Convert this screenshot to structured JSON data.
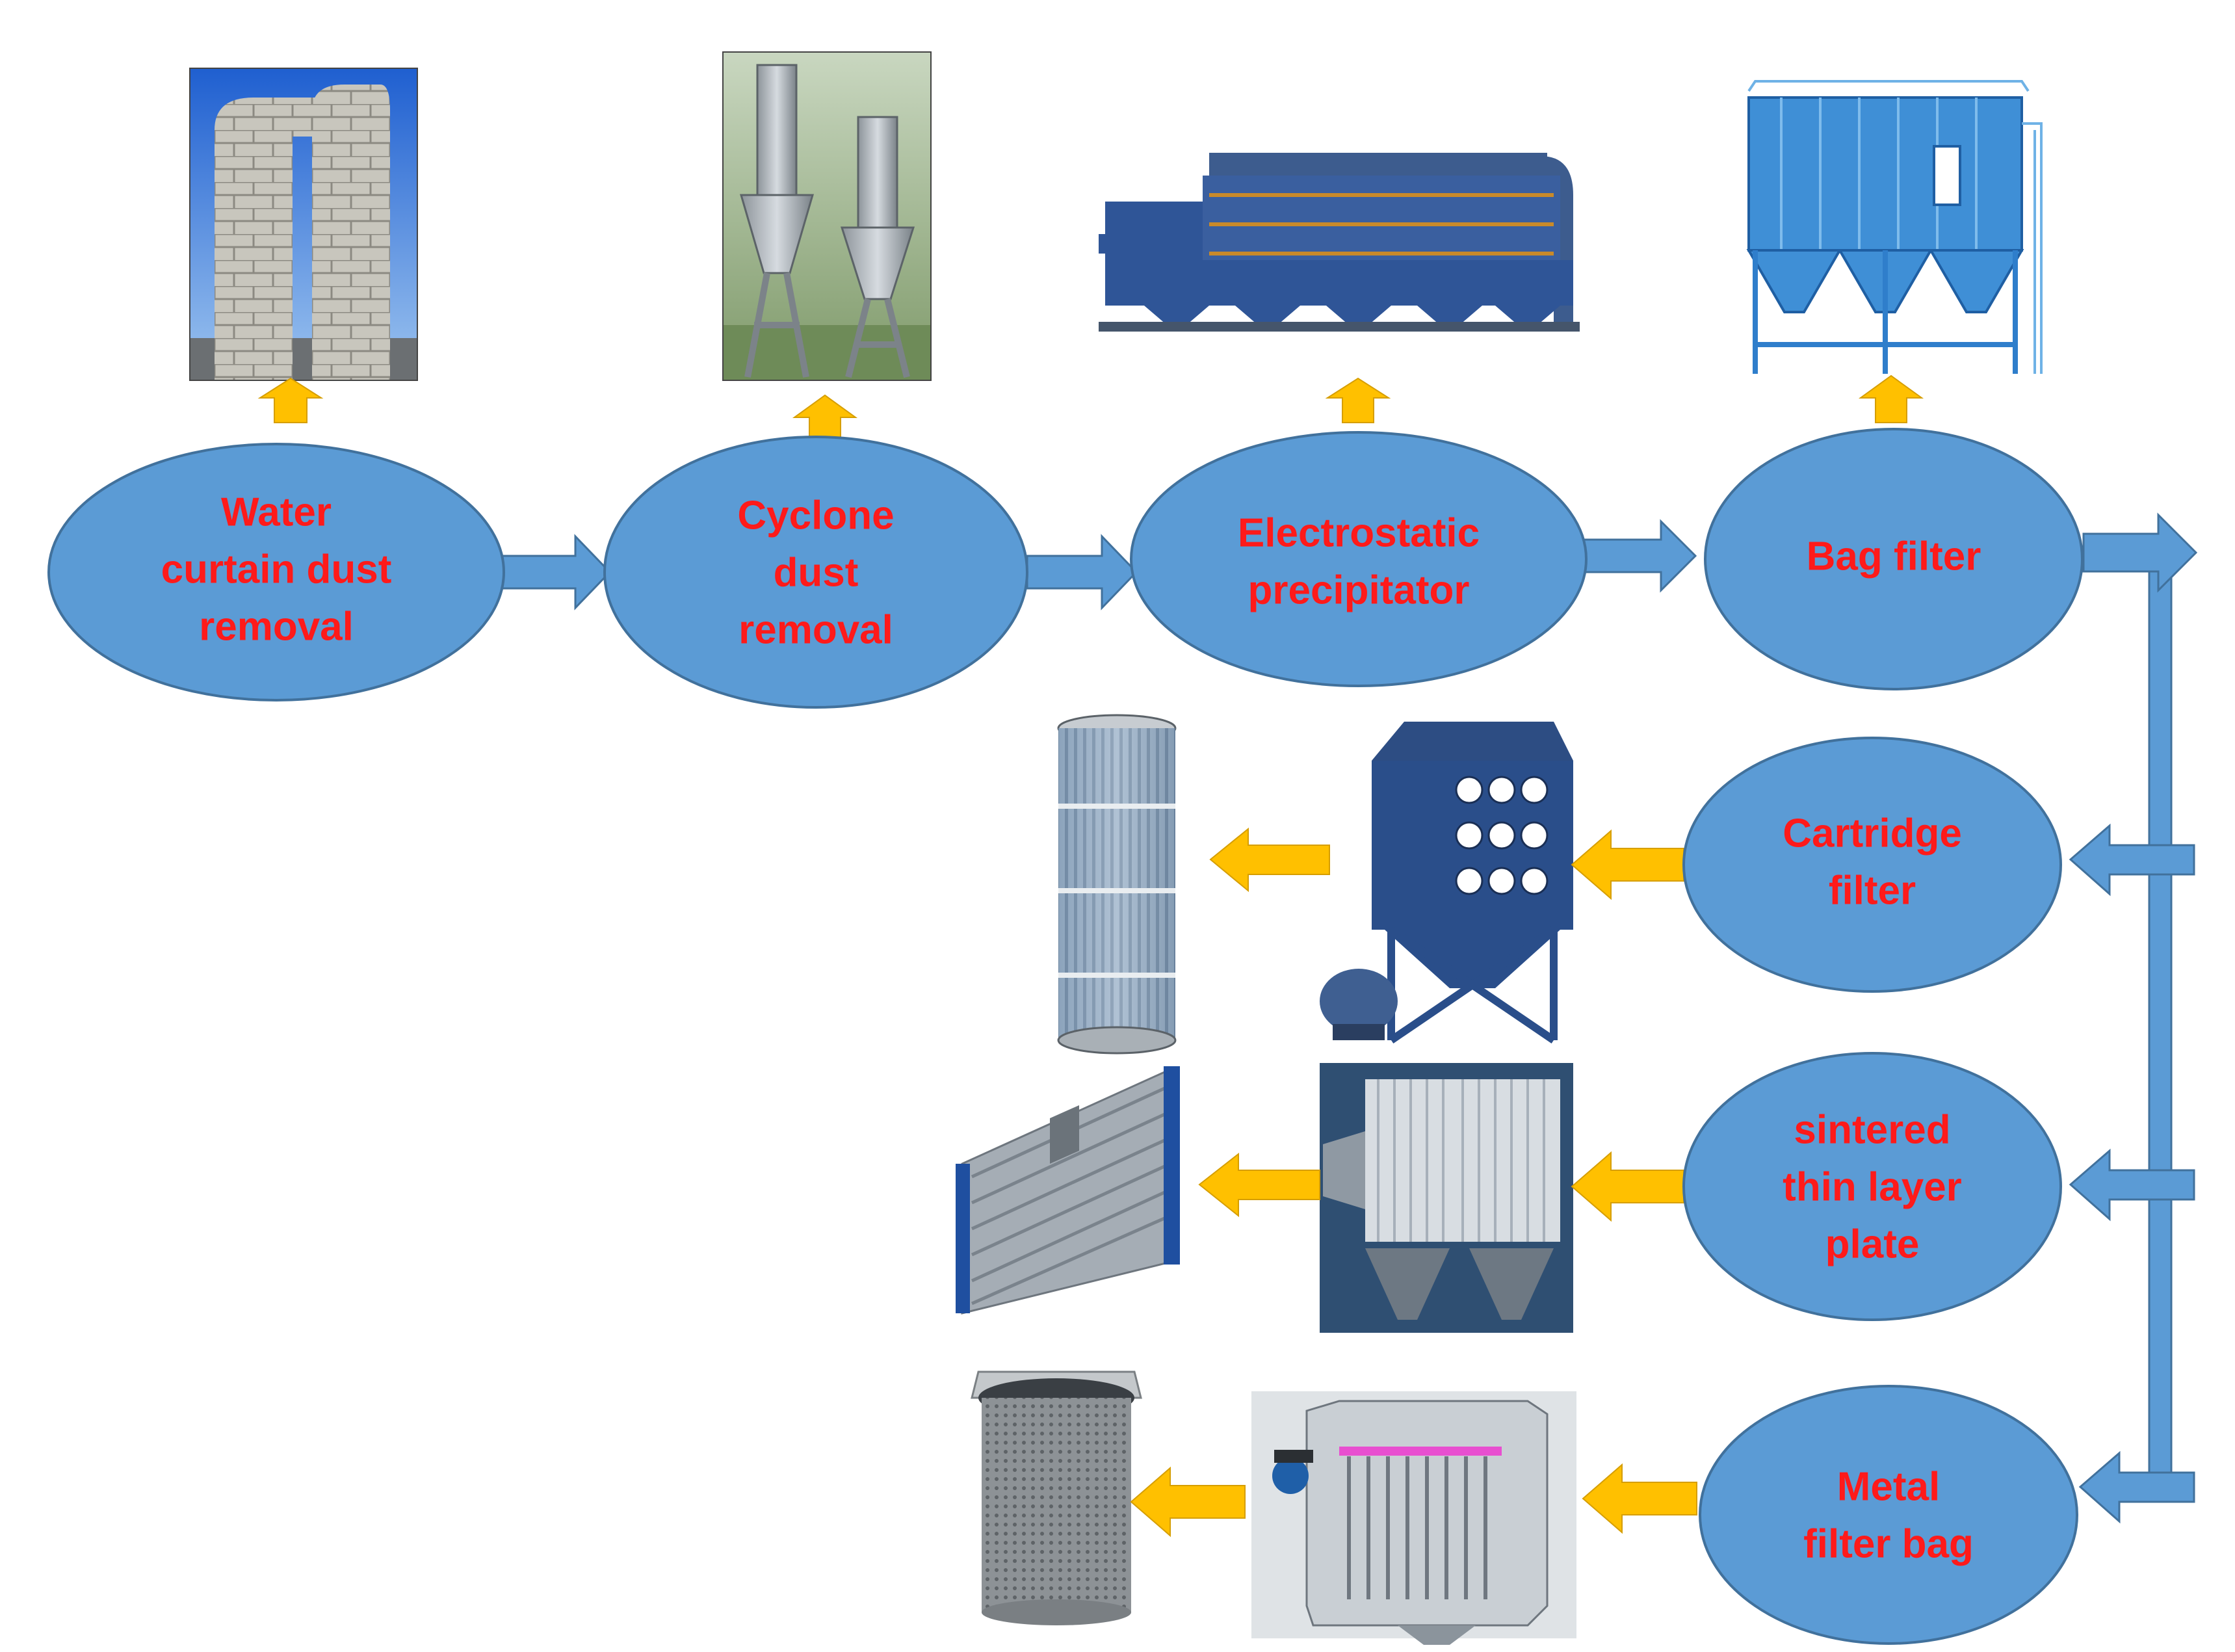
{
  "colors": {
    "node_fill": "#5b9bd5",
    "node_stroke": "#41719c",
    "flow_arrow": "#5b9bd5",
    "image_arrow": "#ffc000",
    "label": "#ff1a1a"
  },
  "nodes": {
    "water": {
      "lines": [
        "Water",
        "curtain dust",
        "removal"
      ]
    },
    "cyclone": {
      "lines": [
        "Cyclone",
        "dust",
        "removal"
      ]
    },
    "electrostatic": {
      "lines": [
        "Electrostatic",
        "precipitator"
      ]
    },
    "bag": {
      "lines": [
        "Bag filter"
      ]
    },
    "cartridge": {
      "lines": [
        "Cartridge",
        "filter"
      ]
    },
    "sintered": {
      "lines": [
        "sintered",
        "thin layer",
        "plate"
      ]
    },
    "metal": {
      "lines": [
        "Metal",
        "filter bag"
      ]
    }
  },
  "equipment_images": {
    "water_tower": "water-curtain-tower",
    "cyclone_separators": "cyclone-separators",
    "esp_unit": "electrostatic-precipitator-unit",
    "baghouse": "bag-filter-baghouse",
    "cartridge_element": "filter-cartridge-element",
    "cartridge_collector": "cartridge-dust-collector",
    "plate_element": "sintered-plate-element",
    "plate_collector": "sintered-plate-collector",
    "bag_element": "metal-filter-bag-element",
    "metal_collector": "metal-bag-collector"
  }
}
